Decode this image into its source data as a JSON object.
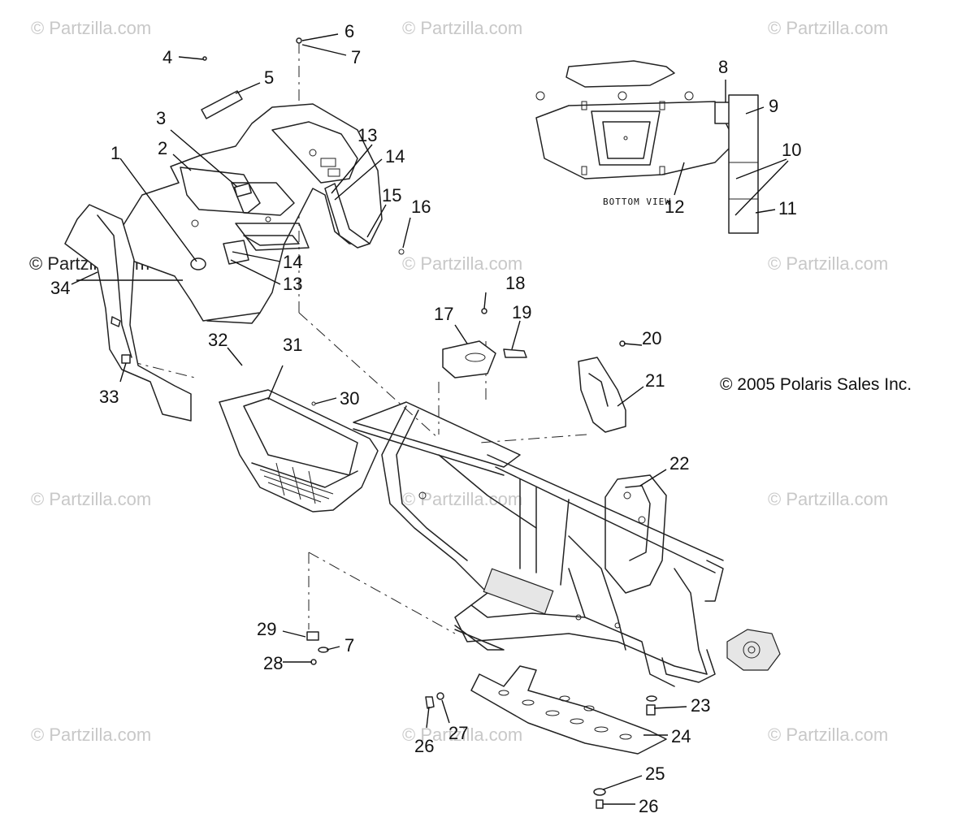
{
  "watermark": "© Partzilla.com",
  "copyright": "© 2005 Polaris Sales Inc.",
  "bottom_view_label": "BOTTOM VIEW",
  "callouts": {
    "c1": "1",
    "c2": "2",
    "c3": "3",
    "c4": "4",
    "c5": "5",
    "c6": "6",
    "c7a": "7",
    "c8": "8",
    "c9": "9",
    "c10": "10",
    "c11": "11",
    "c12": "12",
    "c13a": "13",
    "c14a": "14",
    "c15": "15",
    "c16": "16",
    "c14b": "14",
    "c13b": "13",
    "c17": "17",
    "c18": "18",
    "c19": "19",
    "c20": "20",
    "c21": "21",
    "c22": "22",
    "c23": "23",
    "c24": "24",
    "c25": "25",
    "c26a": "26",
    "c26b": "26",
    "c27": "27",
    "c28": "28",
    "c29": "29",
    "c7b": "7",
    "c30": "30",
    "c31": "31",
    "c32": "32",
    "c33": "33",
    "c34": "34"
  }
}
